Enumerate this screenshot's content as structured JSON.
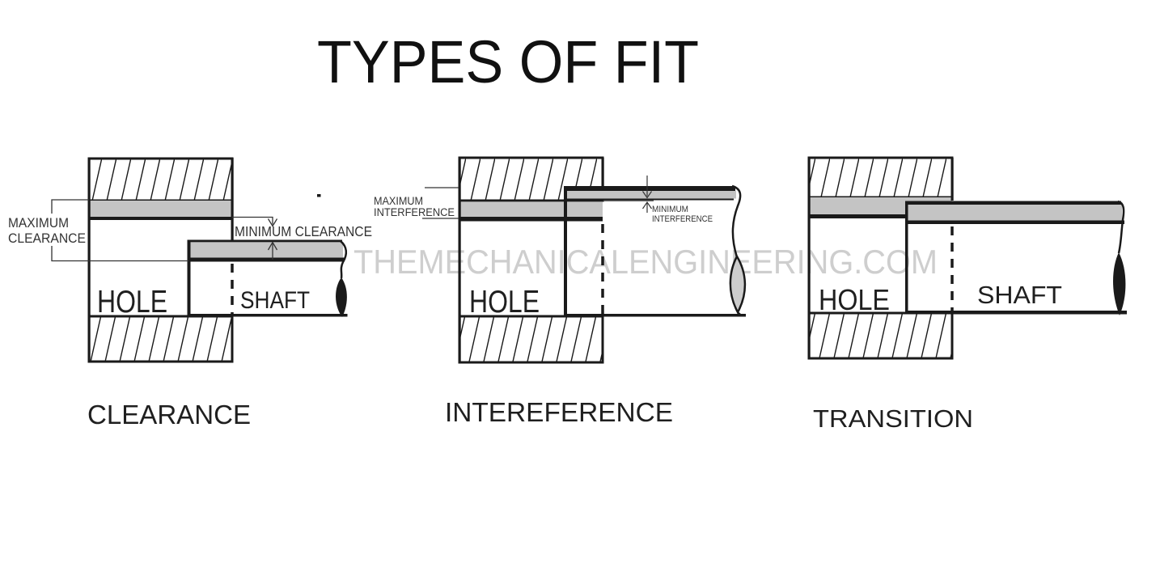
{
  "figure": {
    "title": "TYPES OF FIT",
    "watermark": "THEMECHANICALENGINEERING.COM",
    "colors": {
      "ink": "#1a1a1a",
      "tolerance_band_gray": "#c4c4c4",
      "break_lens_gray": "#cccccc",
      "watermark_gray": "#c9c9c9"
    },
    "diagrams": {
      "clearance": {
        "caption": "CLEARANCE",
        "hole_label": "HOLE",
        "shaft_label": "SHAFT",
        "max_label": {
          "line1": "MAXIMUM",
          "line2": "CLEARANCE"
        },
        "min_label": "MINIMUM CLEARANCE"
      },
      "interference": {
        "caption": "INTEREFERENCE",
        "hole_label": "HOLE",
        "max_label": {
          "line1": "MAXIMUM",
          "line2": "INTERFERENCE"
        },
        "min_label": {
          "line1": "MINIMUM",
          "line2": "INTERFERENCE"
        }
      },
      "transition": {
        "caption": "TRANSITION",
        "hole_label": "HOLE",
        "shaft_label": "SHAFT"
      }
    }
  }
}
